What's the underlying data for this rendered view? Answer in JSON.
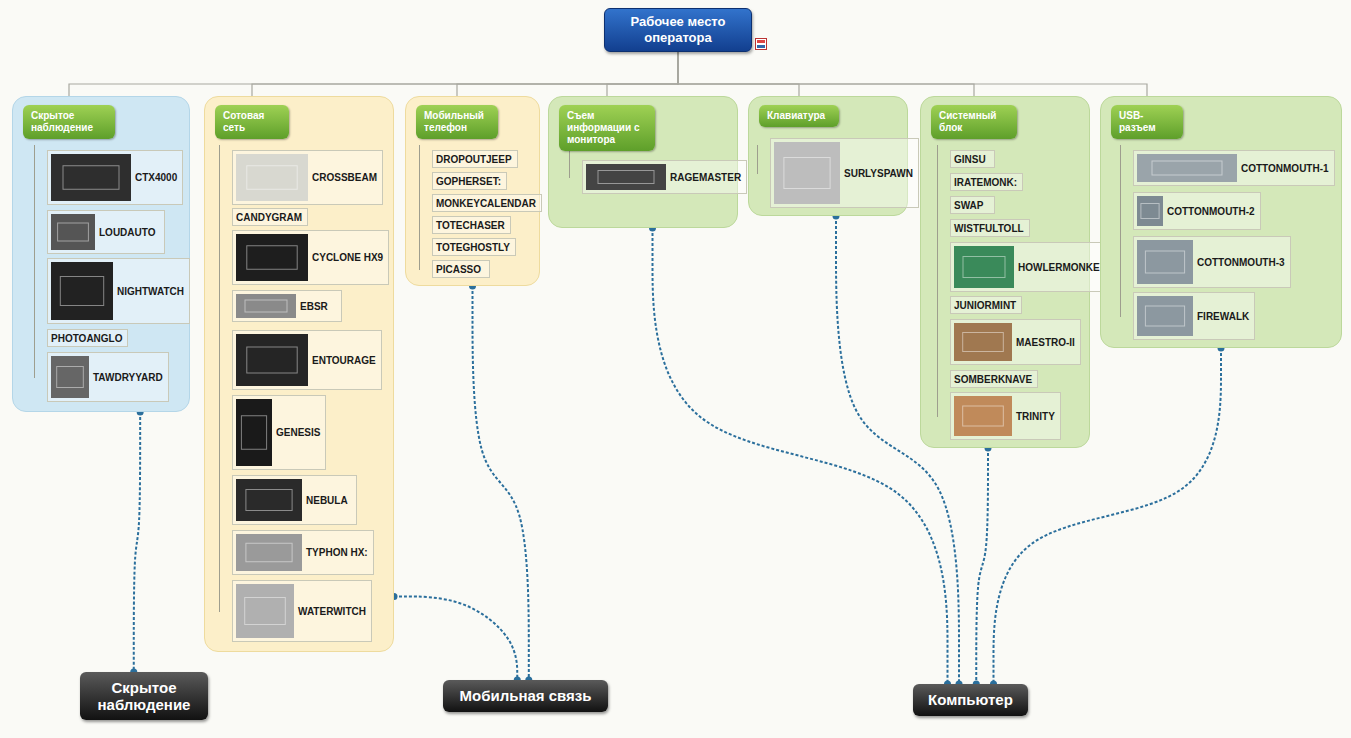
{
  "diagram": {
    "nodes": [
      {
        "text": [
          "Рабочее место оператора"
        ]
      },
      {
        "text": [
          "Скрытое наблюдение"
        ]
      },
      {
        "text": [
          "CTX4000"
        ],
        "in": 1
      },
      {
        "text": [
          "LOUDAUTO"
        ],
        "in": 1
      },
      {
        "text": [
          "NIGHTWATCH"
        ],
        "in": 1
      },
      {
        "text": [
          "PHOTOANGLO"
        ],
        "in": 1
      },
      {
        "text": [
          "TAWDRYYARD"
        ],
        "in": 1
      },
      {
        "text": [
          "Сотовая сеть"
        ]
      },
      {
        "text": [
          "CROSSBEAM"
        ],
        "in": 7
      },
      {
        "text": [
          "CANDYGRAM"
        ],
        "in": 7
      },
      {
        "text": [
          "CYCLONE HX9"
        ],
        "in": 7
      },
      {
        "text": [
          "EBSR"
        ],
        "in": 7
      },
      {
        "text": [
          "ENTOURAGE"
        ],
        "in": 7
      },
      {
        "text": [
          "GENESIS"
        ],
        "in": 7
      },
      {
        "text": [
          "NEBULA"
        ],
        "in": 7
      },
      {
        "text": [
          "TYPHON HX:"
        ],
        "in": 7
      },
      {
        "text": [
          "WATERWITCH"
        ],
        "in": 7
      },
      {
        "text": [
          "Мобильный телефон"
        ]
      },
      {
        "text": [
          "DROPOUTJEEP"
        ],
        "in": 17
      },
      {
        "text": [
          "GOPHERSET:"
        ],
        "in": 17
      },
      {
        "text": [
          "MONKEYCALENDAR"
        ],
        "in": 17
      },
      {
        "text": [
          "TOTECHASER"
        ],
        "in": 17
      },
      {
        "text": [
          "TOTEGHOSTLY"
        ],
        "in": 17
      },
      {
        "text": [
          "PICASSO"
        ],
        "in": 17
      },
      {
        "text": [
          "Съем информации с монитора"
        ]
      },
      {
        "text": [
          "RAGEMASTER"
        ],
        "in": 24
      },
      {
        "text": [
          "Клавиатура"
        ]
      },
      {
        "text": [
          "SURLYSPAWN"
        ],
        "in": 26
      },
      {
        "text": [
          "Системный блок"
        ]
      },
      {
        "text": [
          "GINSU"
        ],
        "in": 28
      },
      {
        "text": [
          "IRATEMONK:"
        ],
        "in": 28
      },
      {
        "text": [
          "SWAP"
        ],
        "in": 28
      },
      {
        "text": [
          "WISTFULTOLL"
        ],
        "in": 28
      },
      {
        "text": [
          "HOWLERMONKEY"
        ],
        "in": 28
      },
      {
        "text": [
          "JUNIORMINT"
        ],
        "in": 28
      },
      {
        "text": [
          "MAESTRO-II"
        ],
        "in": 28
      },
      {
        "text": [
          "SOMBERKNAVE"
        ],
        "in": 28
      },
      {
        "text": [
          "TRINITY"
        ],
        "in": 28
      },
      {
        "text": [
          "USB-разъем"
        ]
      },
      {
        "text": [
          "COTTONMOUTH-1"
        ],
        "in": 38
      },
      {
        "text": [
          "COTTONMOUTH-2"
        ],
        "in": 38
      },
      {
        "text": [
          "COTTONMOUTH-3"
        ],
        "in": 38
      },
      {
        "text": [
          "FIREWALK"
        ],
        "in": 38
      },
      {
        "text": [
          "Скрытое наблюдение"
        ]
      },
      {
        "text": [
          "Мобильная связь"
        ]
      },
      {
        "text": [
          "Компьютер"
        ]
      }
    ],
    "edges": [
      {
        "from": 0,
        "to": 1,
        "arrow": "none"
      },
      {
        "from": 0,
        "to": 7,
        "arrow": "none"
      },
      {
        "from": 0,
        "to": 17,
        "arrow": "none"
      },
      {
        "from": 0,
        "to": 24,
        "arrow": "none"
      },
      {
        "from": 0,
        "to": 26,
        "arrow": "none"
      },
      {
        "from": 0,
        "to": 28,
        "arrow": "none"
      },
      {
        "from": 0,
        "to": 38,
        "arrow": "none"
      },
      {
        "from": 1,
        "to": 43,
        "arrow": "none"
      },
      {
        "from": 7,
        "to": 44,
        "arrow": "none"
      },
      {
        "from": 17,
        "to": 44,
        "arrow": "none"
      },
      {
        "from": 24,
        "to": 45,
        "arrow": "none"
      },
      {
        "from": 26,
        "to": 45,
        "arrow": "none"
      },
      {
        "from": 28,
        "to": 45,
        "arrow": "none"
      },
      {
        "from": 38,
        "to": 45,
        "arrow": "none"
      }
    ]
  }
}
